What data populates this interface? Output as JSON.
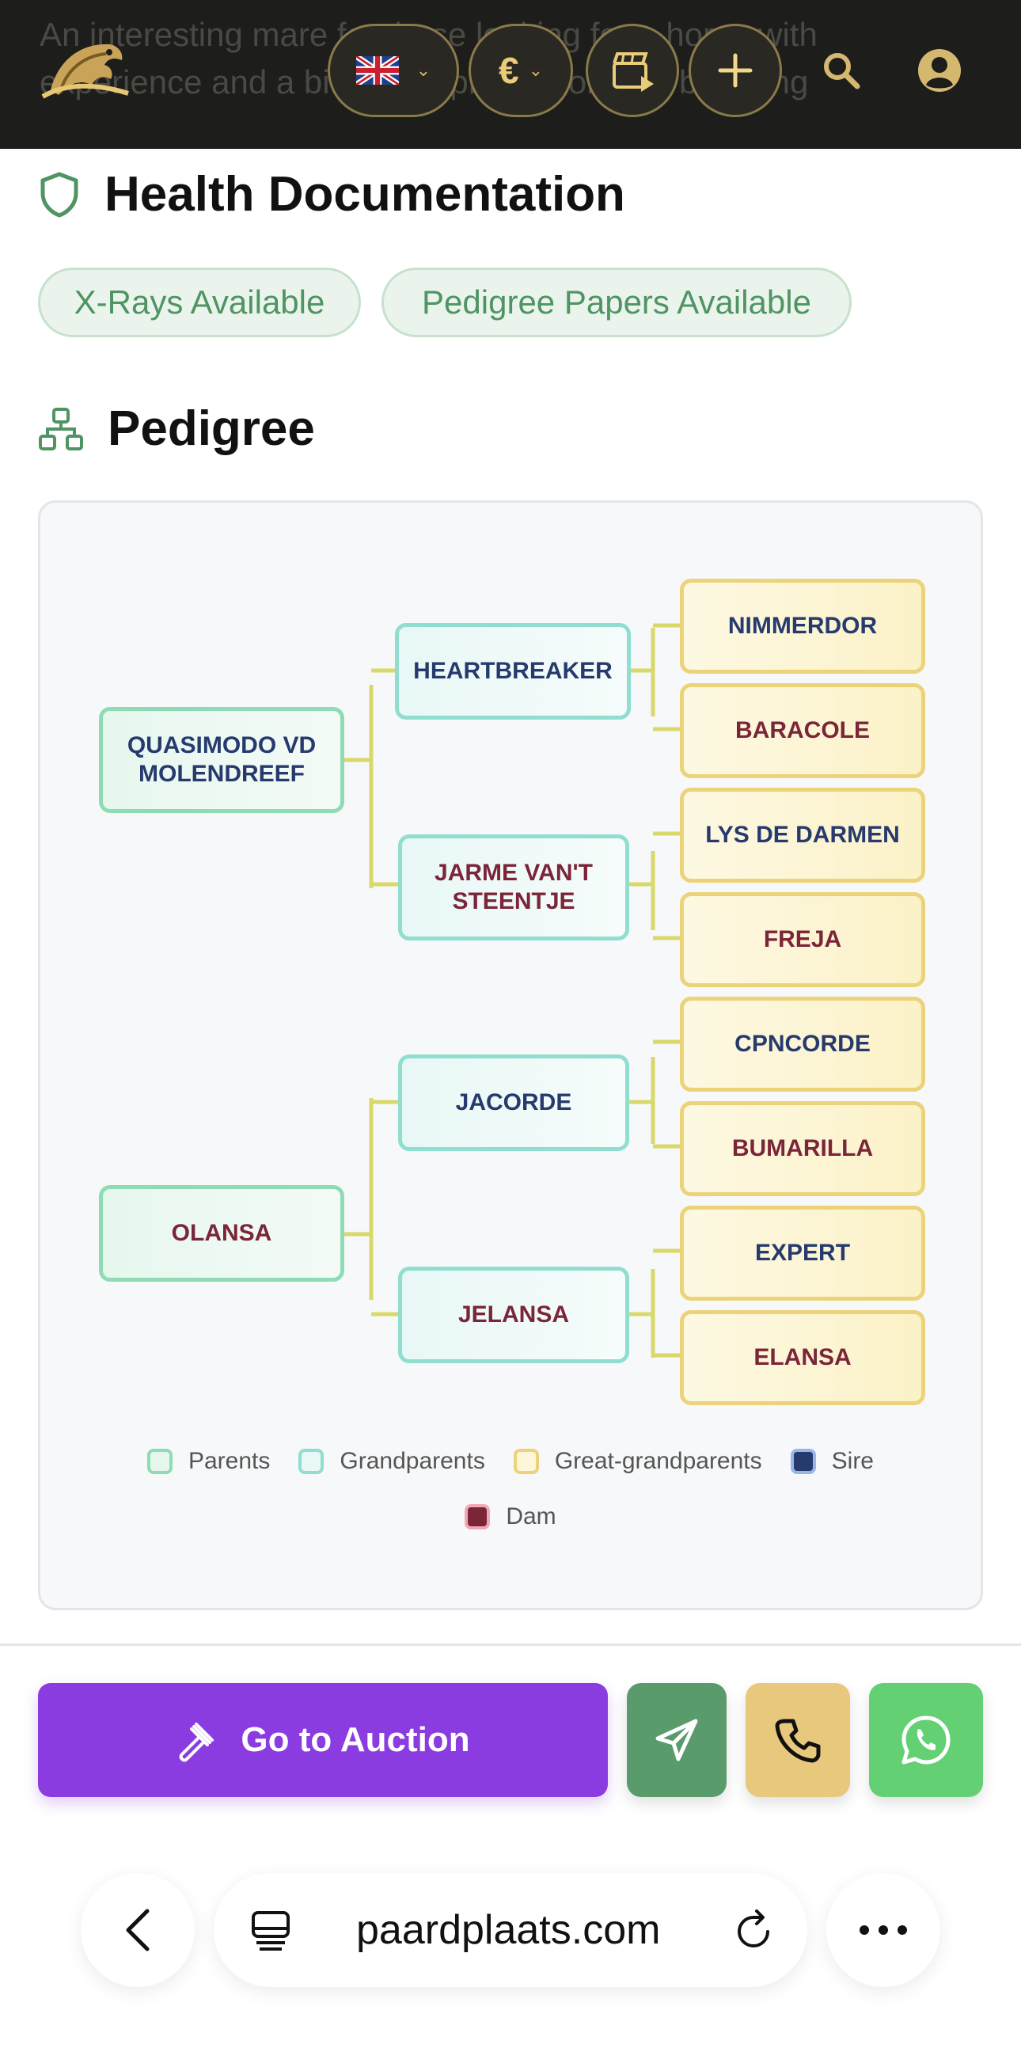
{
  "header": {
    "background_text_line1": "An interesting mare for those looking for a horse with",
    "background_text_line2": "experience and a bit of a ... production and breeding",
    "currency_symbol": "€",
    "accent_color": "#d4b870"
  },
  "health": {
    "title": "Health Documentation",
    "tags": [
      "X-Rays Available",
      "Pedigree Papers Available"
    ]
  },
  "pedigree": {
    "title": "Pedigree",
    "parents": [
      {
        "name": "QUASIMODO VD MOLENDREEF",
        "role": "sire"
      },
      {
        "name": "OLANSA",
        "role": "dam"
      }
    ],
    "grandparents": [
      {
        "name": "HEARTBREAKER",
        "role": "sire"
      },
      {
        "name": "JARME VAN'T STEENTJE",
        "role": "dam"
      },
      {
        "name": "JACORDE",
        "role": "sire"
      },
      {
        "name": "JELANSA",
        "role": "dam"
      }
    ],
    "great_grandparents": [
      {
        "name": "NIMMERDOR",
        "role": "sire"
      },
      {
        "name": "BARACOLE",
        "role": "dam"
      },
      {
        "name": "LYS DE DARMEN",
        "role": "sire"
      },
      {
        "name": "FREJA",
        "role": "dam"
      },
      {
        "name": "CPNCORDE",
        "role": "sire"
      },
      {
        "name": "BUMARILLA",
        "role": "dam"
      },
      {
        "name": "EXPERT",
        "role": "sire"
      },
      {
        "name": "ELANSA",
        "role": "dam"
      }
    ],
    "legend": {
      "parents": "Parents",
      "grandparents": "Grandparents",
      "great_grandparents": "Great-grandparents",
      "sire": "Sire",
      "dam": "Dam"
    },
    "colors": {
      "sire": "#263a6e",
      "dam": "#7a2538",
      "parent_border": "#8fdcb4",
      "grand_border": "#8fded0",
      "great_border": "#ecd37a"
    }
  },
  "actions": {
    "auction_label": "Go to Auction",
    "auction_color": "#8a3ce0",
    "send_color": "#5a9b6b",
    "phone_color": "#e8c87c",
    "whatsapp_color": "#63d073"
  },
  "browser": {
    "url": "paardplaats.com"
  }
}
